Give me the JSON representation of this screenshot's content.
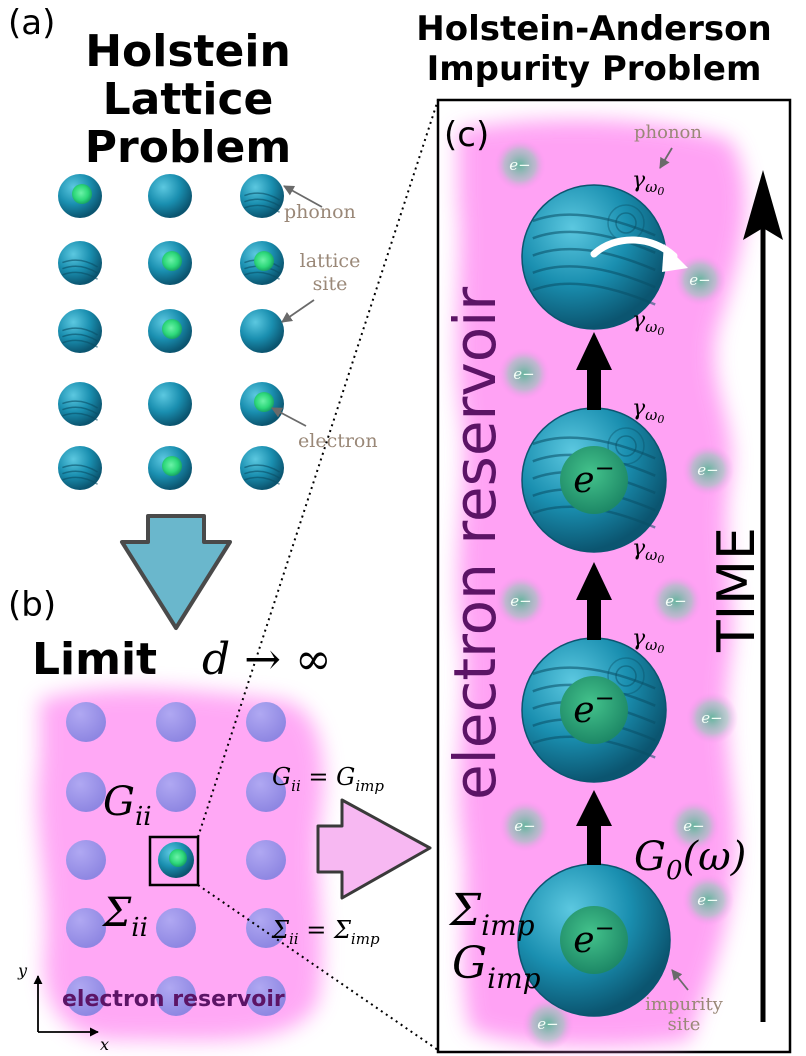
{
  "panel_a": {
    "tag": "(a)",
    "title_lines": [
      "Holstein",
      "Lattice",
      "Problem"
    ],
    "annotations": {
      "phonon": "phonon",
      "lattice_site_1": "lattice",
      "lattice_site_2": "site",
      "electron": "electron"
    },
    "sites": [
      [
        "e",
        "",
        "p"
      ],
      [
        "p",
        "e",
        "pe"
      ],
      [
        "p",
        "e",
        ""
      ],
      [
        "p",
        "",
        "e"
      ],
      [
        "p",
        "e",
        "p"
      ]
    ]
  },
  "panel_b": {
    "tag": "(b)",
    "limit_word": "Limit",
    "limit_math": "d → ∞",
    "g_label": "G",
    "g_sub": "ii",
    "sigma_label": "Σ",
    "sigma_sub": "ii",
    "reservoir_label": "electron reservoir",
    "axis_x": "x",
    "axis_y": "y"
  },
  "mapping": {
    "g_eq": "G",
    "g_eq_sub": "ii",
    "g_eq_mid": " = G",
    "g_eq_sub2": "imp",
    "s_eq": "Σ",
    "s_eq_sub": "ii",
    "s_eq_mid": " = Σ",
    "s_eq_sub2": "imp"
  },
  "panel_c": {
    "title_lines": [
      "Holstein-Anderson",
      "Impurity Problem"
    ],
    "tag": "(c)",
    "reservoir_label": "electron reservoir",
    "time_label": "TIME",
    "phonon_label": "phonon",
    "gamma": "γ",
    "gamma_sub": "ω",
    "gamma_subsub": "0",
    "electron": "e",
    "electron_sup": "−",
    "g0_label": "G",
    "g0_sub": "0",
    "g0_arg": "(ω)",
    "sigma_imp": "Σ",
    "sigma_imp_sub": "imp",
    "g_imp": "G",
    "g_imp_sub": "imp",
    "impurity_label_1": "impurity",
    "impurity_label_2": "site"
  },
  "colors": {
    "sphere": "#1a8fb0",
    "electron_green": "#2dd87a",
    "reservoir_pink": "#ff8cf2",
    "reservoir_text": "#5c1466",
    "annotation": "#9a8878",
    "arrow_fill": "#6ab7cc",
    "map_arrow_fill": "#f7b8f2"
  }
}
